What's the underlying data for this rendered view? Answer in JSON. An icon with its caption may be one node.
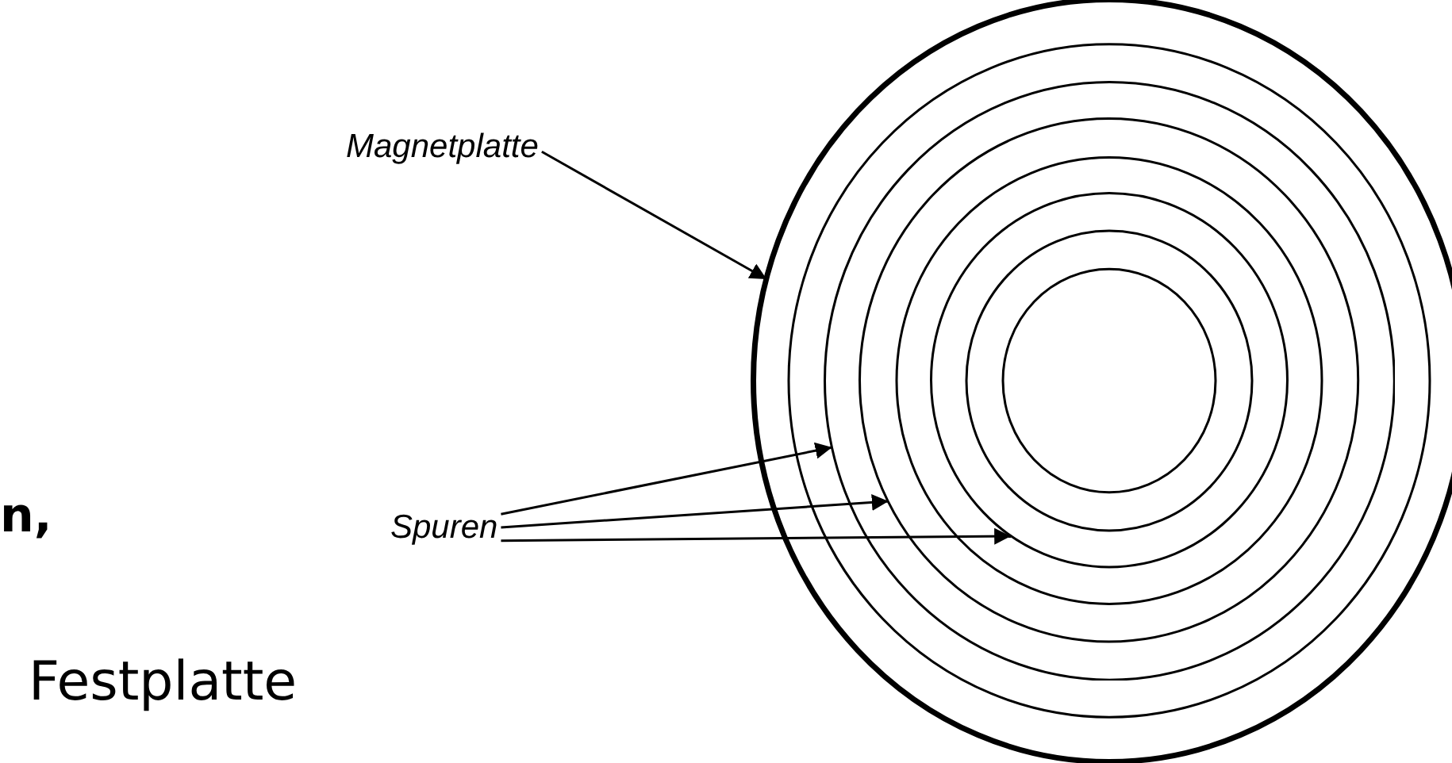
{
  "diagram": {
    "nodes": [
      {
        "text": [
          "Magnetplatte"
        ]
      },
      {
        "text": [],
        "shape": "circle"
      },
      {
        "text": [
          "Spuren"
        ]
      },
      {
        "text": [],
        "shape": "circle",
        "in": 1
      },
      {
        "text": [],
        "shape": "circle",
        "in": 3
      },
      {
        "text": [],
        "shape": "circle",
        "in": 4
      }
    ],
    "edges": [
      {
        "from": 0,
        "to": 1,
        "arrow": "to"
      },
      {
        "from": 2,
        "to": 3,
        "arrow": "to"
      },
      {
        "from": 2,
        "to": 4,
        "arrow": "to"
      },
      {
        "from": 2,
        "to": 5,
        "arrow": "to"
      }
    ],
    "labels": [
      "n,",
      "Festplatte"
    ]
  }
}
